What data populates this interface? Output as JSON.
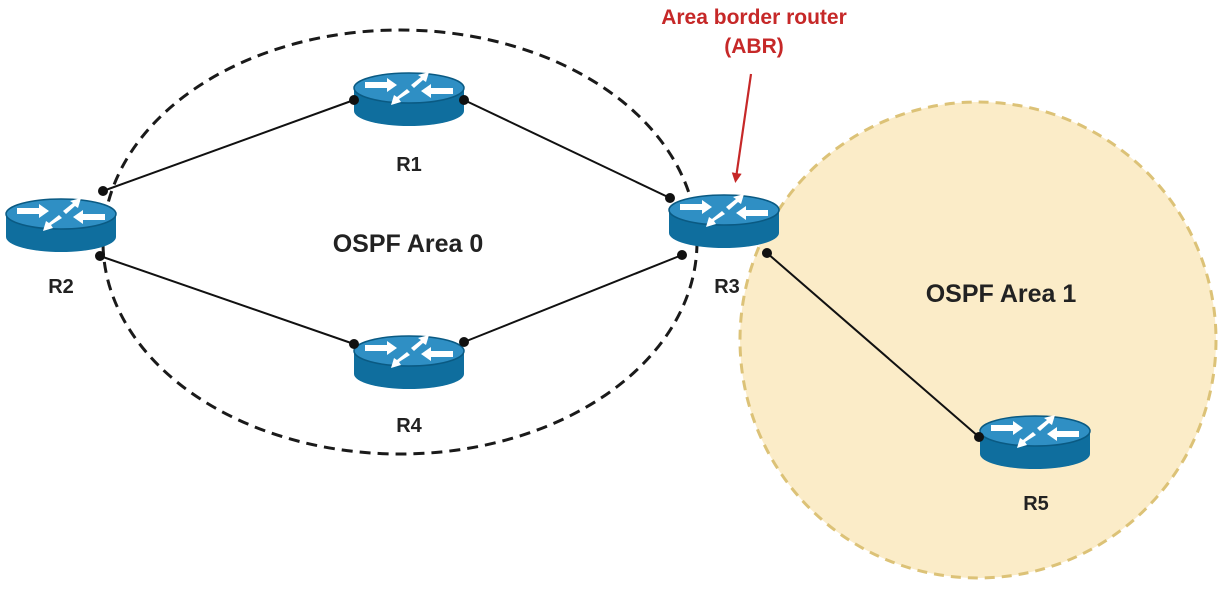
{
  "colors": {
    "router_body": "#0f6e9e",
    "router_top": "#2f8fc4",
    "router_rim": "#0a5a83",
    "router_arrows": "#ffffff",
    "link": "#111111",
    "connector": "#111111",
    "area0_border": "#1a1a1a",
    "area1_fill": "#fbecc8",
    "area1_border": "#dcc277",
    "annotation": "#c62828",
    "label": "#222222"
  },
  "areas": {
    "area0": {
      "label": "OSPF Area 0"
    },
    "area1": {
      "label": "OSPF Area 1"
    }
  },
  "annotation": {
    "line1": "Area border router",
    "line2": "(ABR)"
  },
  "routers": {
    "r1": {
      "label": "R1",
      "icon": "router-icon"
    },
    "r2": {
      "label": "R2",
      "icon": "router-icon"
    },
    "r3": {
      "label": "R3",
      "icon": "router-icon"
    },
    "r4": {
      "label": "R4",
      "icon": "router-icon"
    },
    "r5": {
      "label": "R5",
      "icon": "router-icon"
    }
  },
  "links": [
    {
      "from": "R2",
      "to": "R1"
    },
    {
      "from": "R1",
      "to": "R3"
    },
    {
      "from": "R2",
      "to": "R4"
    },
    {
      "from": "R4",
      "to": "R3"
    },
    {
      "from": "R3",
      "to": "R5"
    }
  ]
}
